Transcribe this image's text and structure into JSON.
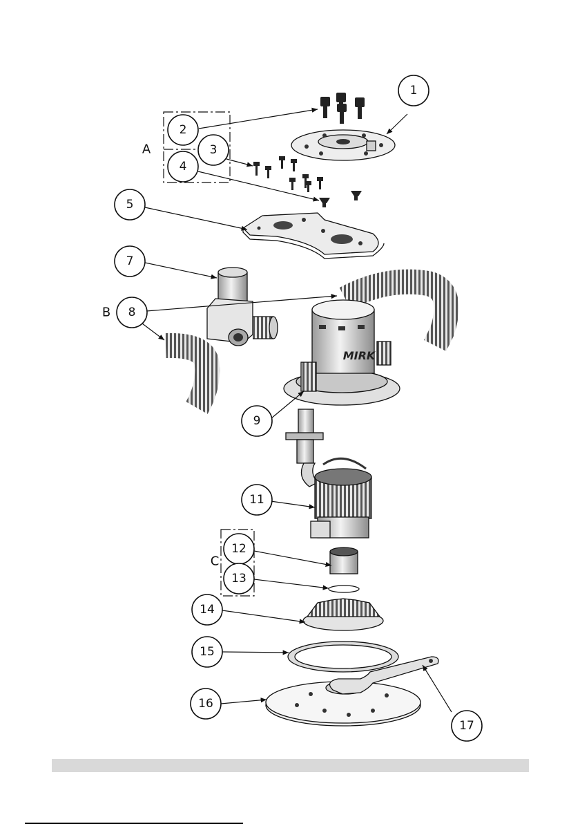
{
  "callouts": [
    "1",
    "2",
    "3",
    "4",
    "5",
    "7",
    "8",
    "9",
    "11",
    "12",
    "13",
    "14",
    "15",
    "16",
    "17"
  ],
  "groups": {
    "a": "A",
    "b": "B",
    "c": "C"
  },
  "brand_text": "MIRK"
}
